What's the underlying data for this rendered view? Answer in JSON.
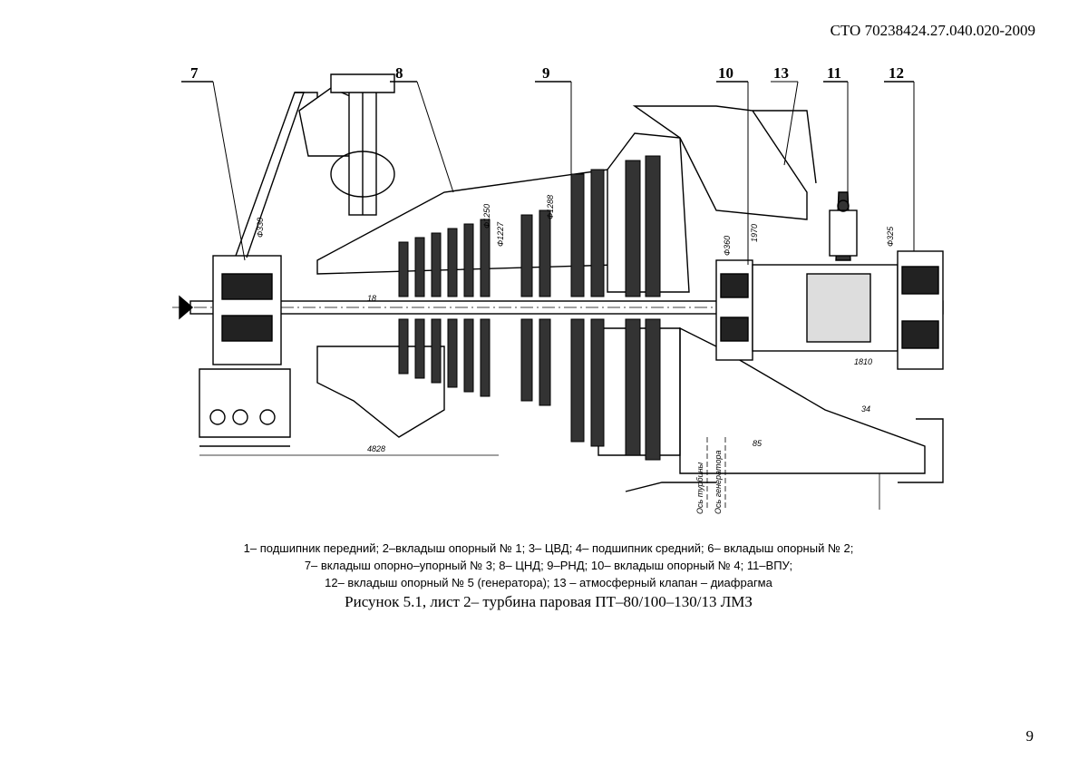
{
  "header": {
    "doc_code": "СТО 70238424.27.040.020-2009"
  },
  "figure": {
    "callouts": [
      "7",
      "8",
      "9",
      "10",
      "13",
      "11",
      "12"
    ],
    "dimensions": {
      "phi330": "Ф330",
      "len18": "18",
      "length4828": "4828",
      "phi1227": "Ф1227",
      "phi1288": "Ф1288",
      "phi1250": "Ф1250",
      "phi360": "Ф360",
      "len1970": "1970",
      "phi325": "Ф325",
      "len1810": "1810",
      "len85": "85",
      "len34": "34",
      "turb_axis": "Ось турбины",
      "gen_axis": "Ось генератора"
    },
    "legend_lines": [
      "1– подшипник передний; 2–вкладыш опорный № 1; 3– ЦВД; 4– подшипник средний; 6– вкладыш опорный № 2;",
      "7– вкладыш опорно–упорный № 3; 8– ЦНД; 9–РНД; 10– вкладыш опорный № 4; 11–ВПУ;",
      "12– вкладыш опорный № 5 (генератора); 13 – атмосферный клапан – диафрагма"
    ],
    "caption": "Рисунок 5.1, лист 2– турбина паровая ПТ–80/100–130/13 ЛМЗ"
  },
  "footer": {
    "page_number": "9"
  }
}
